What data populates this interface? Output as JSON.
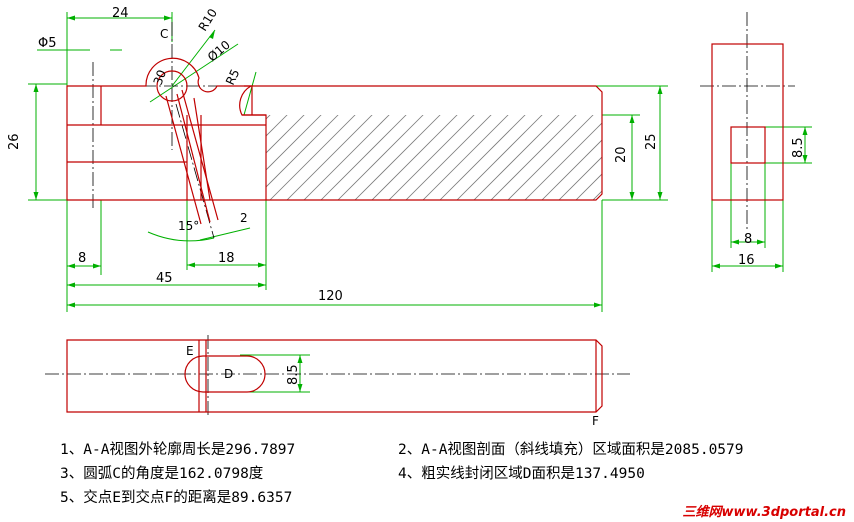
{
  "dimensions": {
    "d24": "24",
    "phi5": "Φ5",
    "r10": "R10",
    "phi10": "Ø10",
    "r5": "R5",
    "d26": "26",
    "d8": "8",
    "d45": "45",
    "d18": "18",
    "d120": "120",
    "ang15": "15°",
    "d2": "2",
    "d20": "20",
    "d25": "25",
    "side85": "8.5",
    "side8": "8",
    "side16": "16",
    "top85": "8.5",
    "rot30": "30"
  },
  "labels": {
    "c": "C",
    "d": "D",
    "e": "E",
    "f": "F"
  },
  "notes": [
    "1、A-A视图外轮廓周长是296.7897",
    "2、A-A视图剖面（斜线填充）区域面积是2085.0579",
    "3、圆弧C的角度是162.0798度",
    "4、粗实线封闭区域D面积是137.4950",
    "5、交点E到交点F的距离是89.6357"
  ],
  "watermark": "三维网www.3dportal.cn",
  "colors": {
    "outline": "#c00000",
    "dimension": "#00b000",
    "centerline": "#000000",
    "text": "#000000",
    "watermark": "#d80000"
  }
}
